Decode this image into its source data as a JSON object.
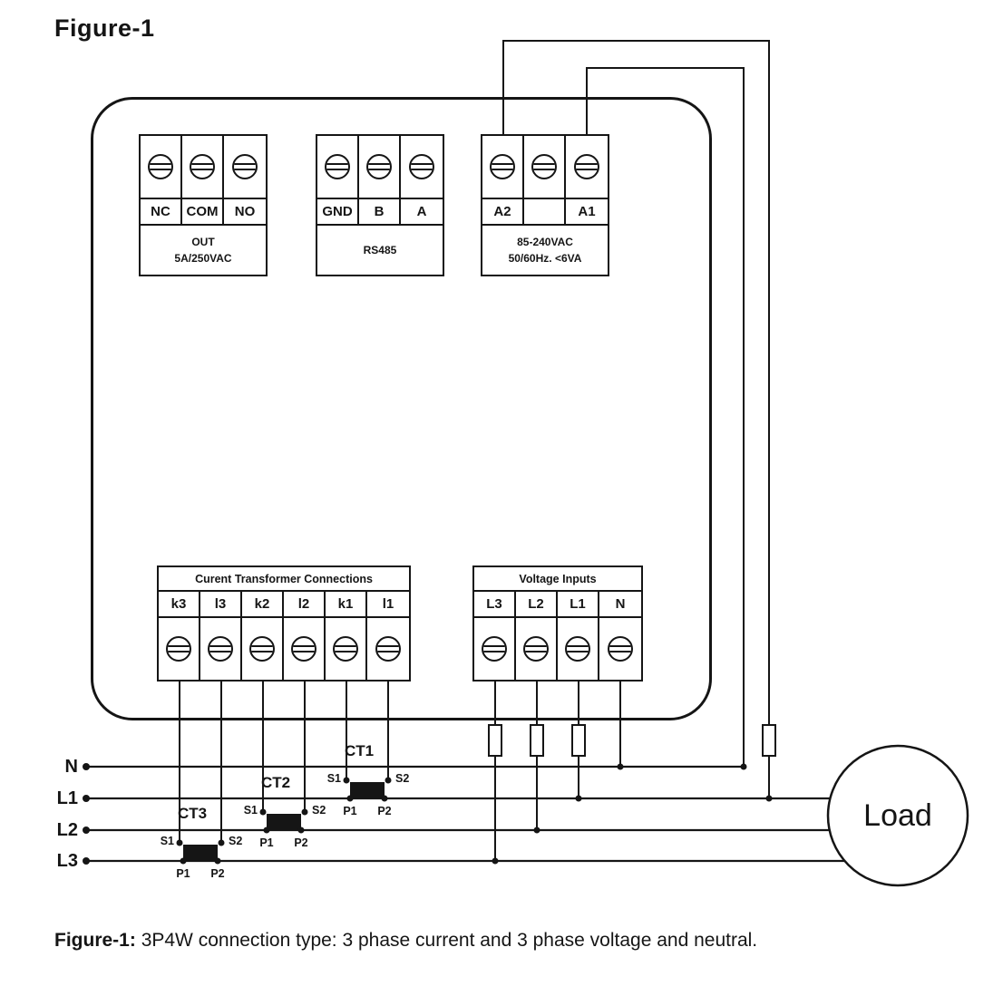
{
  "title": "Figure-1",
  "ink_color": "#151515",
  "device": {
    "top_blocks": [
      {
        "terminals": [
          "NC",
          "COM",
          "NO"
        ],
        "caption_lines": [
          "OUT",
          "5A/250VAC"
        ]
      },
      {
        "terminals": [
          "GND",
          "B",
          "A"
        ],
        "caption_lines": [
          "RS485"
        ]
      },
      {
        "terminals": [
          "A2",
          "",
          "A1"
        ],
        "caption_lines": [
          "85-240VAC",
          "50/60Hz. <6VA"
        ]
      }
    ],
    "ct_block": {
      "title": "Curent Transformer Connections",
      "terminals": [
        "k3",
        "l3",
        "k2",
        "l2",
        "k1",
        "l1"
      ]
    },
    "voltage_block": {
      "title": "Voltage Inputs",
      "terminals": [
        "L3",
        "L2",
        "L1",
        "N"
      ]
    }
  },
  "phase_lines": [
    {
      "label": "N"
    },
    {
      "label": "L1"
    },
    {
      "label": "L2"
    },
    {
      "label": "L3"
    }
  ],
  "cts": [
    {
      "name": "CT1",
      "s1": "S1",
      "s2": "S2",
      "p1": "P1",
      "p2": "P2"
    },
    {
      "name": "CT2",
      "s1": "S1",
      "s2": "S2",
      "p1": "P1",
      "p2": "P2"
    },
    {
      "name": "CT3",
      "s1": "S1",
      "s2": "S2",
      "p1": "P1",
      "p2": "P2"
    }
  ],
  "load_label": "Load",
  "caption": {
    "bold": "Figure-1:",
    "text": "3P4W connection type: 3 phase current and 3 phase voltage and neutral."
  }
}
